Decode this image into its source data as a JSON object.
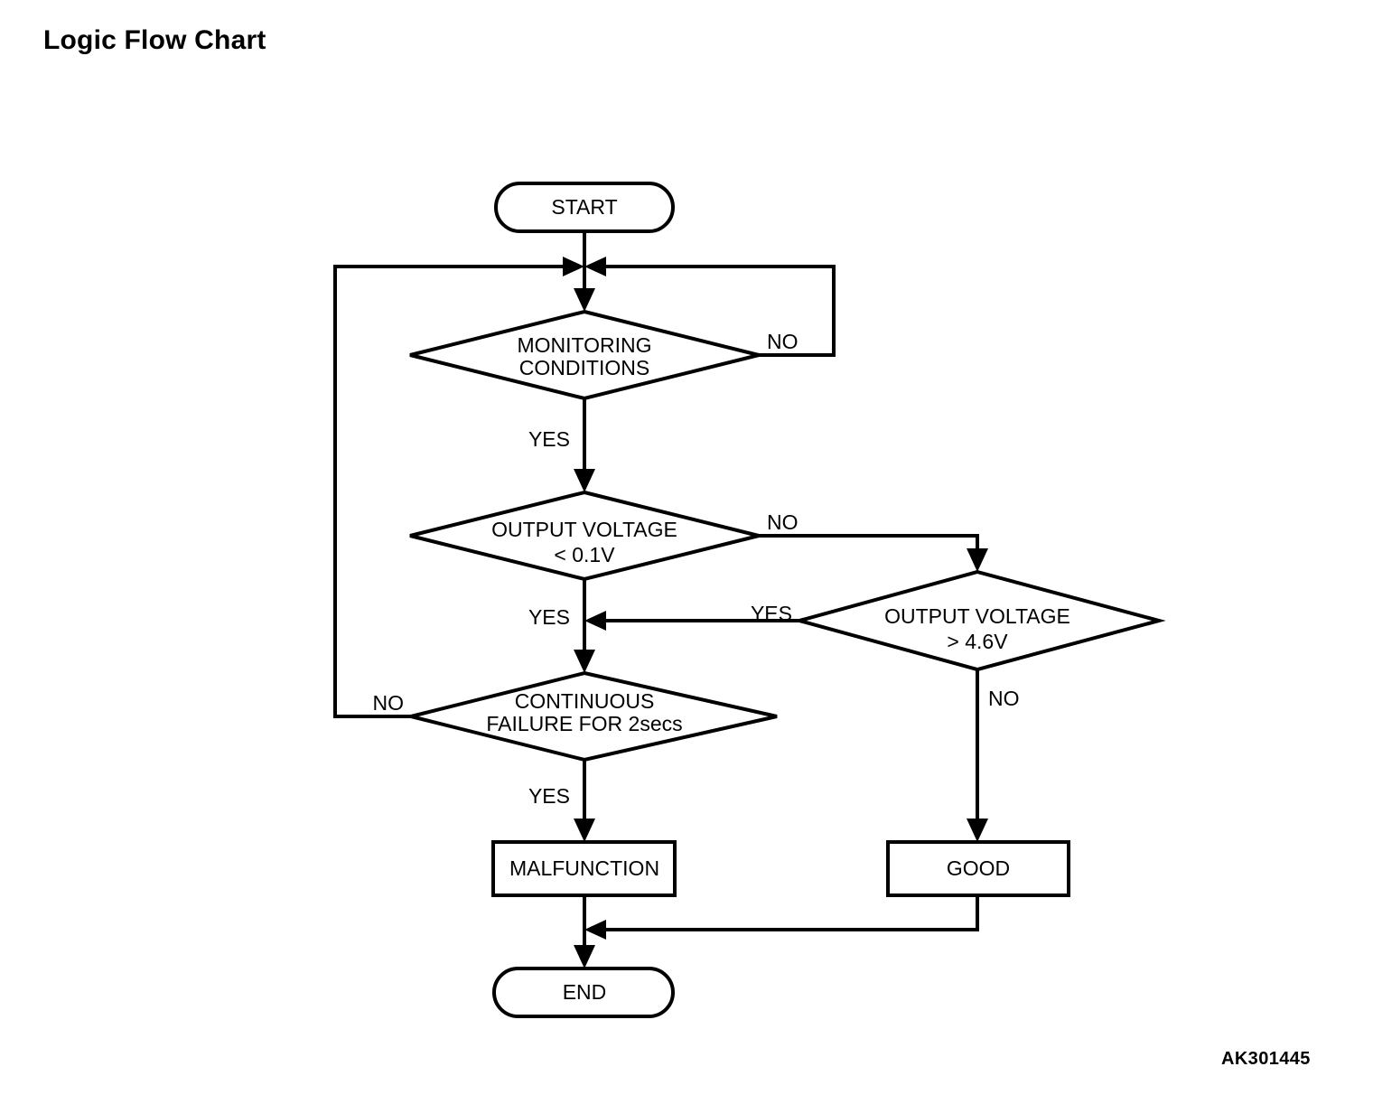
{
  "page": {
    "title": "Logic Flow Chart",
    "reference_code": "AK301445",
    "background_color": "#ffffff",
    "line_color": "#000000"
  },
  "chart_data": {
    "type": "diagram",
    "diagram_kind": "flowchart",
    "title": "Logic Flow Chart",
    "orientation": "top-to-bottom",
    "nodes": [
      {
        "id": "start",
        "shape": "terminator",
        "label": "START"
      },
      {
        "id": "monitoring",
        "shape": "decision",
        "label": "MONITORING CONDITIONS",
        "line1": "MONITORING",
        "line2": "CONDITIONS"
      },
      {
        "id": "voltage_low",
        "shape": "decision",
        "label": "OUTPUT VOLTAGE < 0.1V",
        "line1": "OUTPUT VOLTAGE",
        "line2": "< 0.1V"
      },
      {
        "id": "voltage_high",
        "shape": "decision",
        "label": "OUTPUT VOLTAGE > 4.6V",
        "line1": "OUTPUT VOLTAGE",
        "line2": "> 4.6V"
      },
      {
        "id": "continuous_failure",
        "shape": "decision",
        "label": "CONTINUOUS FAILURE FOR 2secs",
        "line1": "CONTINUOUS",
        "line2": "FAILURE FOR 2secs"
      },
      {
        "id": "malfunction",
        "shape": "process",
        "label": "MALFUNCTION"
      },
      {
        "id": "good",
        "shape": "process",
        "label": "GOOD"
      },
      {
        "id": "end",
        "shape": "terminator",
        "label": "END"
      }
    ],
    "edges": [
      {
        "from": "start",
        "to": "monitoring",
        "label": ""
      },
      {
        "from": "monitoring",
        "to": "monitoring",
        "label": "NO",
        "route": "right-loop-to-top-merge"
      },
      {
        "from": "monitoring",
        "to": "voltage_low",
        "label": "YES"
      },
      {
        "from": "voltage_low",
        "to": "voltage_high",
        "label": "NO",
        "route": "right-then-down"
      },
      {
        "from": "voltage_low",
        "to": "continuous_failure",
        "label": "YES"
      },
      {
        "from": "voltage_high",
        "to": "continuous_failure",
        "label": "YES",
        "route": "left-into-yes-trunk"
      },
      {
        "from": "voltage_high",
        "to": "good",
        "label": "NO"
      },
      {
        "from": "continuous_failure",
        "to": "monitoring",
        "label": "NO",
        "route": "left-loop-to-top-merge"
      },
      {
        "from": "continuous_failure",
        "to": "malfunction",
        "label": "YES"
      },
      {
        "from": "malfunction",
        "to": "end",
        "label": ""
      },
      {
        "from": "good",
        "to": "end",
        "label": "",
        "route": "down-then-left"
      }
    ],
    "edge_labels": [
      "NO",
      "YES",
      "NO",
      "YES",
      "YES",
      "NO",
      "NO",
      "YES"
    ]
  },
  "flow": {
    "start_label": "START",
    "monitoring_line1": "MONITORING",
    "monitoring_line2": "CONDITIONS",
    "monitoring_no": "NO",
    "monitoring_yes": "YES",
    "voltage_low_line1": "OUTPUT VOLTAGE",
    "voltage_low_line2": "< 0.1V",
    "voltage_low_no": "NO",
    "voltage_low_yes": "YES",
    "voltage_high_line1": "OUTPUT VOLTAGE",
    "voltage_high_line2": "> 4.6V",
    "voltage_high_yes": "YES",
    "voltage_high_no": "NO",
    "failure_line1": "CONTINUOUS",
    "failure_line2": "FAILURE FOR 2secs",
    "failure_no": "NO",
    "failure_yes": "YES",
    "malfunction_label": "MALFUNCTION",
    "good_label": "GOOD",
    "end_label": "END"
  }
}
